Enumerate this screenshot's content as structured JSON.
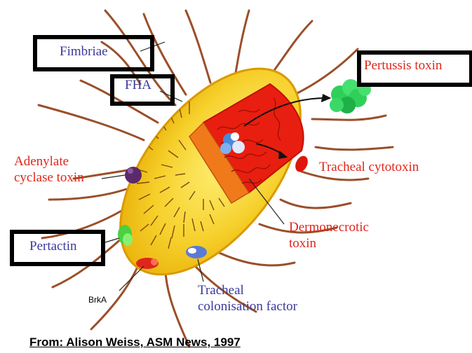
{
  "colors": {
    "label_blue": "#3a3a9a",
    "label_red": "#e0261c",
    "body_yellow": "#f6cf2a",
    "body_outline": "#e0a400",
    "cutaway_red": "#e81e10",
    "pertussis_toxin_green": "#2fd05a",
    "fimbriae_brown": "#9a4f2a",
    "highlight_box": "#000000"
  },
  "labels": {
    "fimbriae": "Fimbriae",
    "fha": "FHA",
    "pertussis_toxin": "Pertussis toxin",
    "adenylate_line1": "Adenylate",
    "adenylate_line2": "cyclase toxin",
    "tracheal_cytotoxin": "Tracheal cytotoxin",
    "dermonecrotic_line1": "Dermonecrotic",
    "dermonecrotic_line2": "toxin",
    "pertactin": "Pertactin",
    "brka": "BrkA",
    "tracheal_colonisation_line1": "Tracheal",
    "tracheal_colonisation_line2": "colonisation factor"
  },
  "credit": "From: Alison Weiss, ASM News, 1997",
  "icons": [
    "bacterium-illustration",
    "pertussis-toxin-molecule-icon",
    "tracheal-cytotoxin-icon",
    "adenylate-cyclase-toxin-icon"
  ]
}
